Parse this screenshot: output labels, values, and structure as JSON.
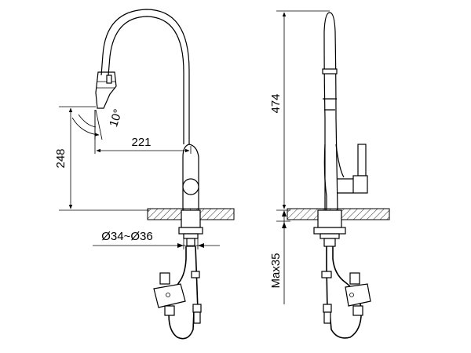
{
  "dimensions": {
    "reach": "221",
    "spout_height": "248",
    "tilt_angle": "10°",
    "hole_diameter": "Ø34~Ø36",
    "total_height": "474",
    "max_deck_thickness": "Max35"
  }
}
